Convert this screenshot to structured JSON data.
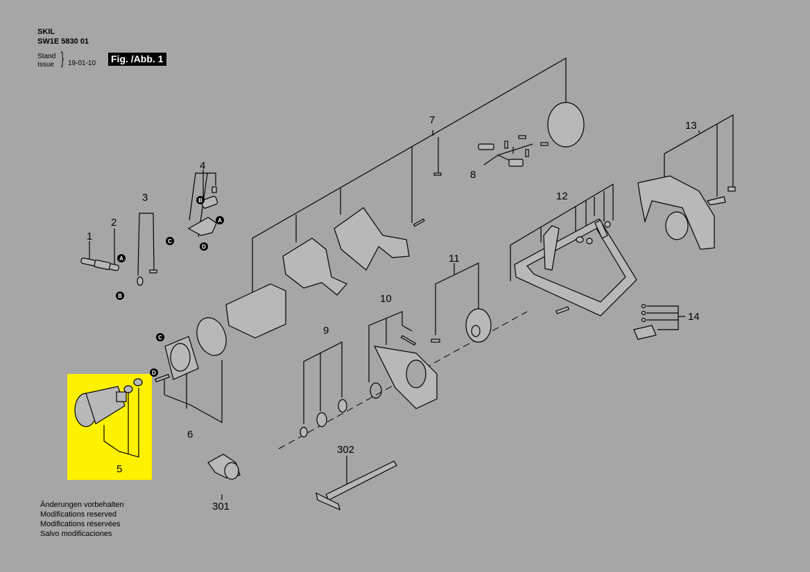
{
  "header": {
    "brand": "SKIL",
    "model": "SW1E 5830 01",
    "stand_label": "Stand",
    "issue_label": "Issue",
    "date": "19-01-10",
    "figure_label": "Fig. /Abb. 1"
  },
  "highlight_color": "#fff200",
  "callouts": [
    "1",
    "2",
    "3",
    "4",
    "5",
    "6",
    "7",
    "8",
    "9",
    "10",
    "11",
    "12",
    "13",
    "14",
    "301",
    "302"
  ],
  "markers": [
    "A",
    "B",
    "C",
    "D"
  ],
  "notes": [
    "Änderungen vorbehalten",
    "Modifications reserved",
    "Modifications réservées",
    "Salvo modificaciones"
  ]
}
